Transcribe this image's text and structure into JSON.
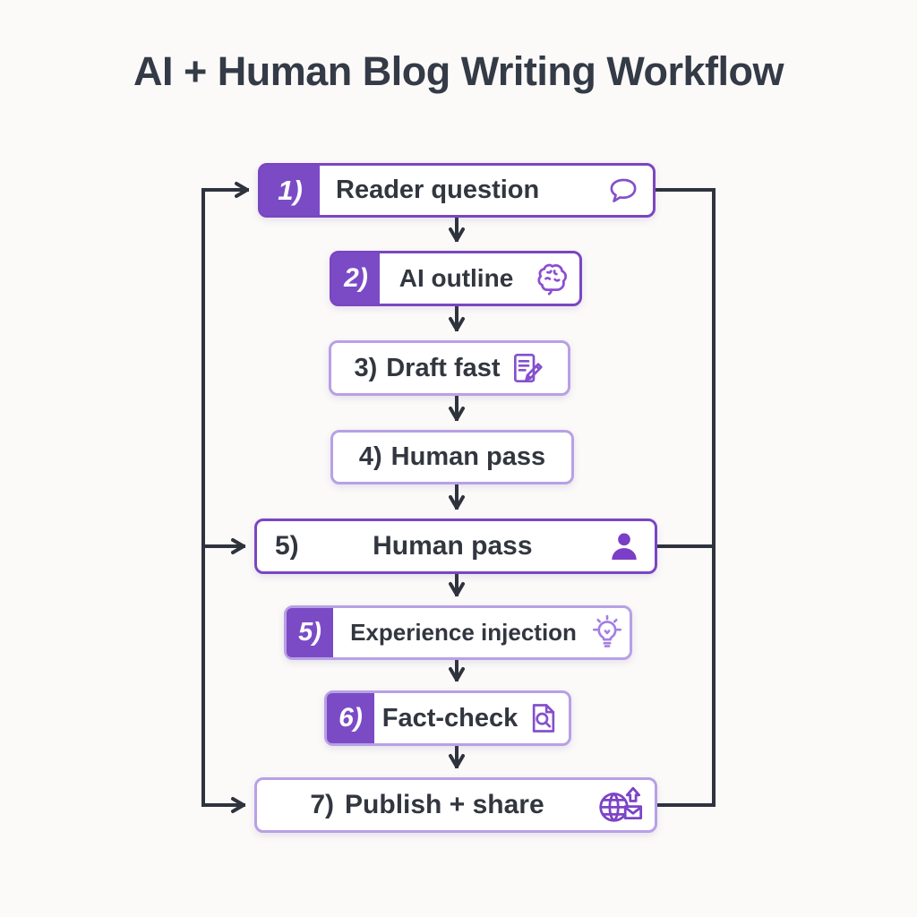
{
  "title": "AI + Human Blog Writing Workflow",
  "steps": [
    {
      "number": "1)",
      "label": "Reader question",
      "icon": "speech-bubble-icon",
      "badge": true,
      "border": "dark"
    },
    {
      "number": "2)",
      "label": "AI outline",
      "icon": "brain-icon",
      "badge": true,
      "border": "dark"
    },
    {
      "number": "3)",
      "label": "Draft fast",
      "icon": "memo-pencil-icon",
      "badge": false,
      "border": "light"
    },
    {
      "number": "4)",
      "label": "Human pass",
      "icon": "none",
      "badge": false,
      "border": "light"
    },
    {
      "number": "5)",
      "label": "Human pass",
      "icon": "person-icon",
      "badge": false,
      "border": "dark"
    },
    {
      "number": "5)",
      "label": "Experience injection",
      "icon": "lightbulb-icon",
      "badge": true,
      "border": "light"
    },
    {
      "number": "6)",
      "label": "Fact-check",
      "icon": "doc-search-icon",
      "badge": true,
      "border": "light"
    },
    {
      "number": "7)",
      "label": "Publish + share",
      "icon": "globe-share-icon",
      "badge": false,
      "border": "light"
    }
  ],
  "colors": {
    "background": "#FBFAF8",
    "title_text": "#343B47",
    "box_text": "#32363F",
    "badge_purple": "#7B4BC6",
    "border_dark_purple": "#7A46C2",
    "border_light_purple": "#B8A0E5",
    "icon_purple": "#8450CC",
    "arrow_dark": "#2E333D"
  }
}
